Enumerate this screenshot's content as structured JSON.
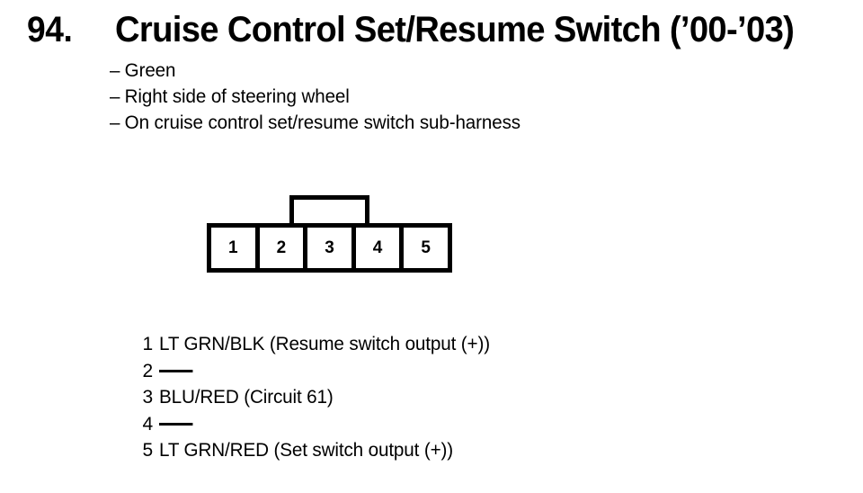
{
  "page": {
    "background_color": "#ffffff",
    "ink_color": "#000000"
  },
  "title": {
    "number": "94.",
    "text": "Cruise Control Set/Resume Switch (’00-’03)"
  },
  "bullets": {
    "dash": "–",
    "items": [
      "Green",
      "Right side of steering wheel",
      "On cruise control set/resume switch sub-harness"
    ]
  },
  "connector": {
    "name": "5-pin-connector",
    "cavity_count": 5,
    "has_locking_tab": true,
    "tab_position": "top-center",
    "cells": [
      {
        "number": "1"
      },
      {
        "number": "2"
      },
      {
        "number": "3"
      },
      {
        "number": "4"
      },
      {
        "number": "5"
      }
    ]
  },
  "pinout": {
    "rows": [
      {
        "pin": "1",
        "label": "LT GRN/BLK (Resume switch output (+))",
        "empty": false
      },
      {
        "pin": "2",
        "label": "—",
        "empty": true
      },
      {
        "pin": "3",
        "label": "BLU/RED (Circuit 61)",
        "empty": false
      },
      {
        "pin": "4",
        "label": "—",
        "empty": true
      },
      {
        "pin": "5",
        "label": "LT GRN/RED (Set switch output (+))",
        "empty": false
      }
    ]
  }
}
